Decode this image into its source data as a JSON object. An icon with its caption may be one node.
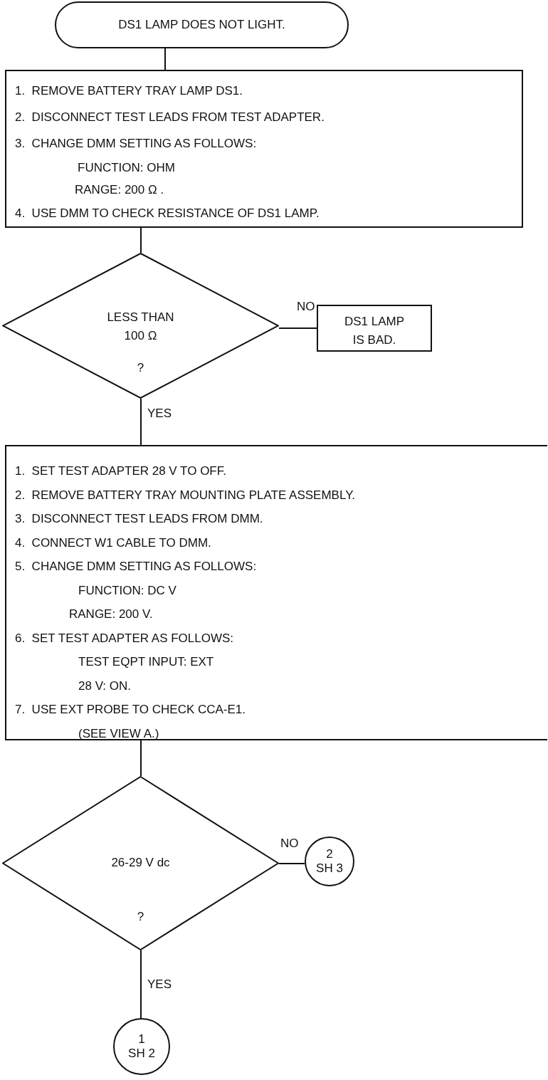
{
  "diagram": {
    "nodes": [
      {
        "text": [
          "DS1 LAMP DOES NOT LIGHT."
        ]
      },
      {
        "text": [
          "1. REMOVE BATTERY TRAY LAMP DS1.",
          "2. DISCONNECT TEST LEADS FROM TEST ADAPTER.",
          "3. CHANGE DMM SETTING AS FOLLOWS:",
          "FUNCTION: OHM",
          "RANGE: 200 Ω .",
          "4. USE DMM TO CHECK RESISTANCE OF DS1 LAMP."
        ]
      },
      {
        "text": [
          "LESS THAN 100 Ω",
          "?"
        ]
      },
      {
        "text": [
          "DS1 LAMP IS BAD."
        ]
      },
      {
        "text": [
          "1. SET TEST ADAPTER 28 V TO OFF.",
          "2. REMOVE BATTERY TRAY MOUNTING PLATE ASSEMBLY.",
          "3. DISCONNECT TEST LEADS FROM DMM.",
          "4. CONNECT W1 CABLE TO DMM.",
          "5. CHANGE DMM SETTING AS FOLLOWS:",
          "FUNCTION: DC V",
          "RANGE: 200 V.",
          "6. SET TEST ADAPTER AS FOLLOWS:",
          "TEST EQPT INPUT: EXT",
          "28 V: ON.",
          "7. USE EXT PROBE TO CHECK CCA-E1.",
          "(SEE VIEW A.)"
        ]
      },
      {
        "text": [
          "26-29 V dc",
          "?"
        ]
      },
      {
        "text": [
          "2 SH 3"
        ]
      },
      {
        "text": [
          "1 SH 2"
        ]
      }
    ],
    "edges": [
      {
        "from": 0,
        "to": 1,
        "arrow": "none"
      },
      {
        "from": 1,
        "to": 2,
        "arrow": "none"
      },
      {
        "from": 2,
        "to": 3,
        "arrow": "none",
        "label": "NO"
      },
      {
        "from": 2,
        "to": 4,
        "arrow": "none",
        "label": "YES"
      },
      {
        "from": 4,
        "to": 5,
        "arrow": "none"
      },
      {
        "from": 5,
        "to": 6,
        "arrow": "none",
        "label": "NO"
      },
      {
        "from": 5,
        "to": 7,
        "arrow": "none",
        "label": "YES"
      }
    ]
  }
}
